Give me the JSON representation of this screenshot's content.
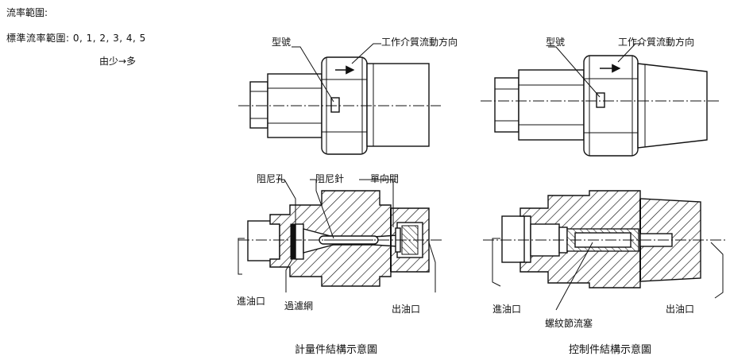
{
  "notes": {
    "line1": "流率範圍:",
    "line2": "標準流率範圍: 0, 1, 2, 3, 4, 5",
    "line3": "由少→多"
  },
  "labels": {
    "model_left": "型號",
    "flow_dir_left": "工作介質流動方向",
    "model_right": "型號",
    "flow_dir_right": "工作介質流動方向",
    "orifice": "阻尼孔",
    "needle": "阻尼針",
    "check_valve": "單向閥",
    "inlet_left": "進油口",
    "filter": "過濾網",
    "outlet_left": "出油口",
    "inlet_right": "進油口",
    "thread_plug": "螺紋節流塞",
    "outlet_right": "出油口"
  },
  "captions": {
    "left": "計量件結構示意圖",
    "right": "控制件結構示意圖"
  }
}
